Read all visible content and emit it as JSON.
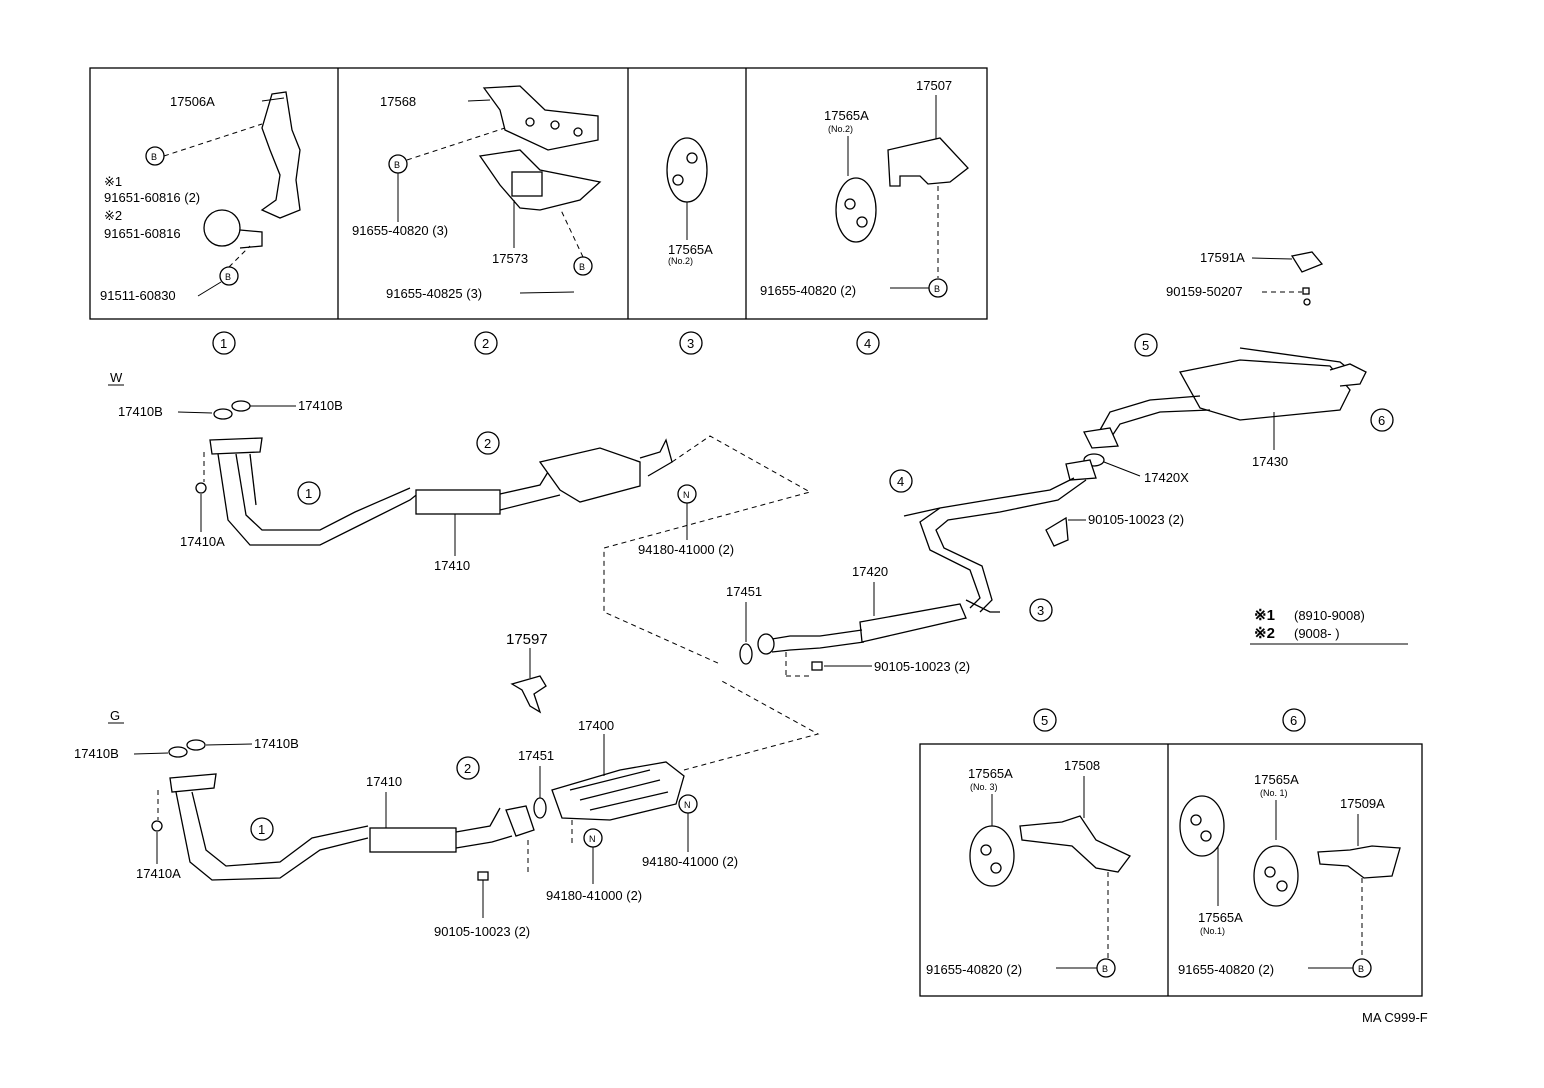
{
  "boxes": {
    "b1": {
      "part": "17506A",
      "note1": "※1",
      "p1": "91651-60816 (2)",
      "note2": "※2",
      "p2": "91651-60816",
      "p3": "91511-60830",
      "sym": "B"
    },
    "b2": {
      "part1": "17568",
      "p1": "91655-40820 (3)",
      "part2": "17573",
      "p2": "91655-40825 (3)",
      "sym": "B"
    },
    "b3": {
      "part": "17565A",
      "sub": "(No.2)"
    },
    "b4": {
      "part1": "17565A",
      "sub1": "(No.2)",
      "part2": "17507",
      "p1": "91655-40820 (2)",
      "sym": "B"
    },
    "b5": {
      "part1": "17565A",
      "sub1": "(No. 3)",
      "part2": "17508",
      "p1": "91655-40820 (2)",
      "sym": "B"
    },
    "b6": {
      "part1": "17565A",
      "sub1": "(No. 1)",
      "part2": "17509A",
      "part3": "17565A",
      "sub3": "(No.1)",
      "p1": "91655-40820 (2)",
      "sym": "B"
    }
  },
  "circled": [
    "①",
    "②",
    "③",
    "④",
    "⑤",
    "⑥"
  ],
  "upper": {
    "tag": "W",
    "g1": "17410B",
    "g2": "17410B",
    "nut": "17410A",
    "pipe": "17410",
    "n_sym": "N",
    "n_part": "94180-41000 (2)"
  },
  "lower": {
    "tag": "G",
    "g1": "17410B",
    "g2": "17410B",
    "nut": "17410A",
    "pipe": "17410",
    "bracket": "17597",
    "gasket": "17451",
    "cat": "17400",
    "n_sym": "N",
    "n1": "94180-41000 (2)",
    "n2": "94180-41000 (2)",
    "bolt": "90105-10023 (2)"
  },
  "rear": {
    "clip": "17591A",
    "clipbolt": "90159-50207",
    "gasket1": "17451",
    "center": "17420",
    "bolt1": "90105-10023 (2)",
    "bolt2": "90105-10023 (2)",
    "gasket2": "17420X",
    "muffler": "17430"
  },
  "legend": {
    "m1": "※1",
    "r1": "(8910-9008)",
    "m2": "※2",
    "r2": "(9008-       )"
  },
  "code": "MA C999-F"
}
